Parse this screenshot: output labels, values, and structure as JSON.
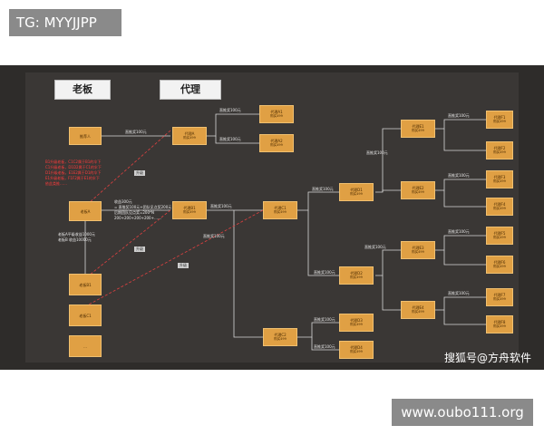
{
  "top_tag": "TG: MYYJJPP",
  "bottom_url": "www.oubo111.org",
  "watermark": "搜狐号@方舟软件",
  "headers": {
    "boss": "老板",
    "agent": "代理"
  },
  "nodes": {
    "referrer_a": {
      "l1": "推荐人"
    },
    "boss_a": {
      "l1": "老板A"
    },
    "boss_b1": {
      "l1": "老板B1"
    },
    "boss_c1": {
      "l1": "老板C1"
    },
    "boss_more": {
      "l1": "..."
    },
    "agent_a": {
      "l1": "代理A",
      "l2": "购买499"
    },
    "agent_a1": {
      "l1": "代理A1",
      "l2": "购买499"
    },
    "agent_a2": {
      "l1": "代理A2",
      "l2": "购买499"
    },
    "agent_b1": {
      "l1": "代理B1",
      "l2": "购买499"
    },
    "agent_c1": {
      "l1": "代理C1",
      "l2": "购买499"
    },
    "agent_c2": {
      "l1": "代理C2",
      "l2": "购买499"
    },
    "agent_d1": {
      "l1": "代理D1",
      "l2": "购买499"
    },
    "agent_d2": {
      "l1": "代理D2",
      "l2": "购买499"
    },
    "agent_d3": {
      "l1": "代理D3",
      "l2": "购买499"
    },
    "agent_d4": {
      "l1": "代理D4",
      "l2": "购买499"
    },
    "agent_e1": {
      "l1": "代理E1",
      "l2": "购买499"
    },
    "agent_e2": {
      "l1": "代理E2",
      "l2": "购买499"
    },
    "agent_e3": {
      "l1": "代理E3",
      "l2": "购买499"
    },
    "agent_e4": {
      "l1": "代理E4",
      "l2": "购买499"
    },
    "agent_f1": {
      "l1": "代理F1",
      "l2": "购买499"
    },
    "agent_f2": {
      "l1": "代理F2",
      "l2": "购买499"
    },
    "agent_f3": {
      "l1": "代理F3",
      "l2": "购买499"
    },
    "agent_f4": {
      "l1": "代理F4",
      "l2": "购买499"
    },
    "agent_f5": {
      "l1": "代理F5",
      "l2": "购买499"
    },
    "agent_f6": {
      "l1": "代理F6",
      "l2": "购买499"
    },
    "agent_f7": {
      "l1": "代理F7",
      "l2": "购买499"
    },
    "agent_f8": {
      "l1": "代理F8",
      "l2": "购买499"
    }
  },
  "edge_label": "直推奖100元",
  "upgrade_label": "升级",
  "red_notes": [
    "B1升级老板，C1C2属于B1的伞下",
    "C1升级老板，D1D2属于C1的伞下",
    "D1升级老板，E1E2属于D1的伞下",
    "E1升级老板，F1F2属于E1的伞下",
    "依此类推……"
  ],
  "boss_a_income": [
    "收益300元",
    "= 直推奖100元+团队见点奖200元",
    "后期团队见点奖=200*N",
    "200+200+200+200+……"
  ],
  "boss_a_summary": [
    "老板A平级收益1000元",
    "老板B    收益10000元"
  ]
}
